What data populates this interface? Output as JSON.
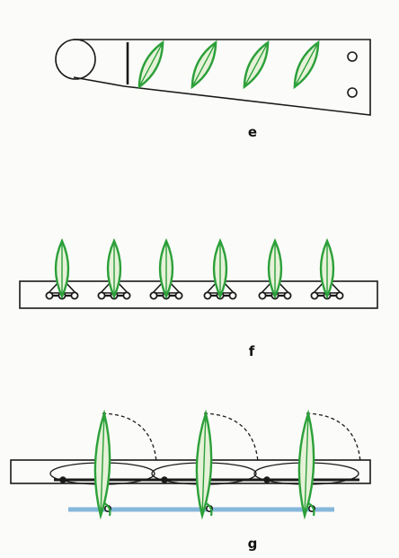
{
  "colors": {
    "outline": "#1a1a1a",
    "blade_green": "#2ca03a",
    "blade_fill": "#e6f2d8",
    "rail_blue": "#86b7db",
    "background": "#fbfbf9"
  },
  "panels": {
    "e": {
      "label": "e",
      "blade_count": 4,
      "mount_hole_count": 2
    },
    "f": {
      "label": "f",
      "blade_count": 6
    },
    "g": {
      "label": "g",
      "blade_count": 3
    }
  }
}
